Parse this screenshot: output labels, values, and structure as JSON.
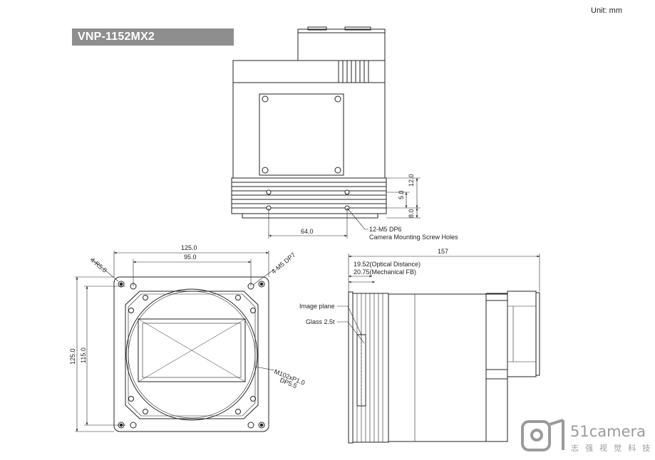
{
  "title": "VNP-1152MX2",
  "unit_label": "Unit: mm",
  "top_view": {
    "dim_height_total": "12.0",
    "dim_screw_offset": "5.0",
    "dim_bottom": "8.0",
    "dim_screw_spacing": "64.0",
    "screw_callout_line1": "12-M5 DP6",
    "screw_callout_line2": "Camera Mounting Screw Holes"
  },
  "front_view": {
    "dim_width_outer": "125.0",
    "dim_width_inner": "95.0",
    "dim_height_outer": "125.0",
    "dim_height_inner": "115.0",
    "corner_radius_label": "4-R5.0",
    "mount_holes_label": "4-M5 DP7",
    "thread_label_line1": "M102xP1.0",
    "thread_label_line2": "DP5.5"
  },
  "side_view": {
    "dim_length": "157",
    "optical_distance": "19.52(Optical Distance)",
    "mechanical_fb": "20.75(Mechanical FB)",
    "image_plane_label": "Image plane",
    "glass_label": "Glass 2.5t"
  },
  "logo": {
    "brand": "51camera",
    "tagline": "志 强 视 觉 科 技",
    "color": "#9a9a9a"
  },
  "colors": {
    "line": "#222222",
    "title_bg": "#8e8e8e"
  }
}
